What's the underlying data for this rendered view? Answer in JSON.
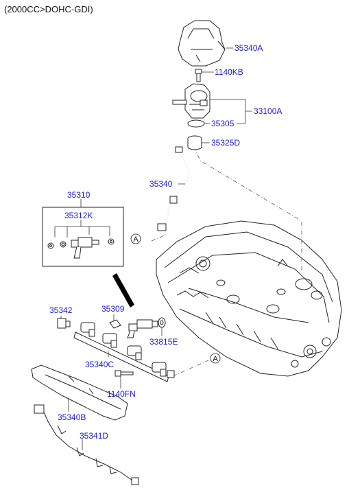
{
  "header": {
    "engine_spec": "(2000CC>DOHC-GDI)"
  },
  "labels": {
    "p35340A": "35340A",
    "p1140KB": "1140KB",
    "p33100A": "33100A",
    "p35305": "35305",
    "p35325D": "35325D",
    "p35340": "35340",
    "p35310": "35310",
    "p35312K": "35312K",
    "p35342": "35342",
    "p35309": "35309",
    "p33815E": "33815E",
    "p35340C": "35340C",
    "p1140FN": "1140FN",
    "p35340B": "35340B",
    "p35341D": "35341D"
  },
  "callouts": {
    "a1": "A",
    "a2": "A"
  },
  "colors": {
    "label": "#1a1adc",
    "line": "#222222"
  }
}
